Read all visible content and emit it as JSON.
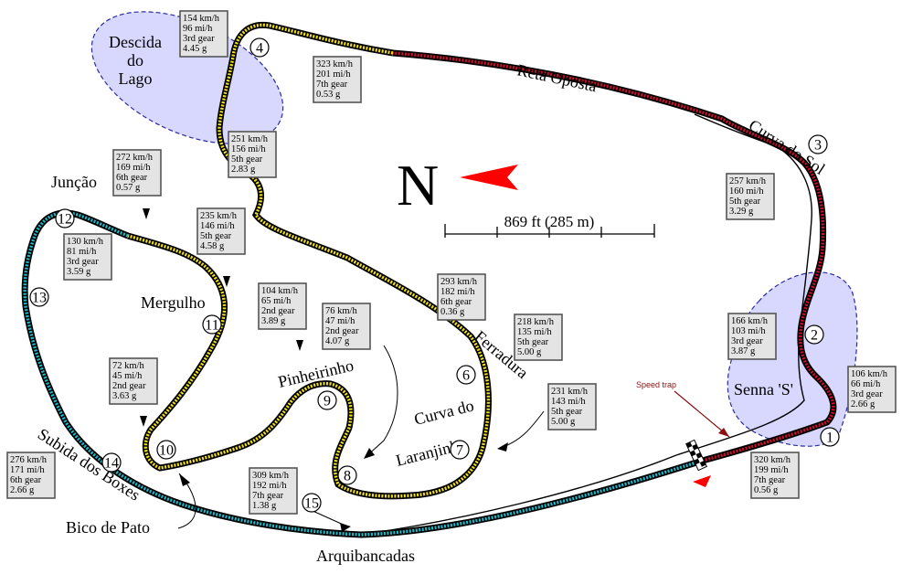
{
  "north": {
    "label": "N"
  },
  "scale": {
    "label": "869 ft (285 m)"
  },
  "speed_trap": {
    "label": "Speed trap"
  },
  "corners": {
    "descida_do_lago": [
      "Descida",
      "do",
      "Lago"
    ],
    "juncao": "Junção",
    "mergulho": "Mergulho",
    "pinheirinho": "Pinheirinho",
    "curva_do_laranjinha": [
      "Curva do",
      "Laranjinha"
    ],
    "ferradura": "Ferradura",
    "reta_oposta": "Reta Oposta",
    "curva_do_sol": "Curva do Sol",
    "senna_s": "Senna 'S'",
    "subida_dos_boxes": "Subida dos Boxes",
    "bico_de_pato": "Bico de Pato",
    "arquibancadas": "Arquibancadas"
  },
  "turn_numbers": [
    "1",
    "2",
    "3",
    "4",
    "5",
    "6",
    "7",
    "8",
    "9",
    "10",
    "11",
    "12",
    "13",
    "14",
    "15"
  ],
  "info_boxes": [
    {
      "id": "t4",
      "lines": [
        "154 km/h",
        "96 mi/h",
        "3rd gear",
        "4.45 g"
      ]
    },
    {
      "id": "reta",
      "lines": [
        "323 km/h",
        "201 mi/h",
        "7th gear",
        "0.53 g"
      ]
    },
    {
      "id": "t5",
      "lines": [
        "251 km/h",
        "156 mi/h",
        "5th gear",
        "2.83 g"
      ]
    },
    {
      "id": "t12a",
      "lines": [
        "272 km/h",
        "169 mi/h",
        "6th gear",
        "0.57 g"
      ]
    },
    {
      "id": "t3",
      "lines": [
        "257 km/h",
        "160 mi/h",
        "5th gear",
        "3.29 g"
      ]
    },
    {
      "id": "t11",
      "lines": [
        "235 km/h",
        "146 mi/h",
        "5th gear",
        "4.58 g"
      ]
    },
    {
      "id": "t12",
      "lines": [
        "130 km/h",
        "81 mi/h",
        "3rd gear",
        "3.59 g"
      ]
    },
    {
      "id": "t6a",
      "lines": [
        "293 km/h",
        "182 mi/h",
        "6th gear",
        "0.36 g"
      ]
    },
    {
      "id": "t9",
      "lines": [
        "104 km/h",
        "65 mi/h",
        "2nd gear",
        "3.89 g"
      ]
    },
    {
      "id": "t8",
      "lines": [
        "76 km/h",
        "47 mi/h",
        "2nd gear",
        "4.07 g"
      ]
    },
    {
      "id": "t6",
      "lines": [
        "218 km/h",
        "135 mi/h",
        "5th gear",
        "5.00 g"
      ]
    },
    {
      "id": "t2",
      "lines": [
        "166 km/h",
        "103 mi/h",
        "3rd gear",
        "3.87 g"
      ]
    },
    {
      "id": "t1",
      "lines": [
        "106 km/h",
        "66 mi/h",
        "3rd gear",
        "2.66 g"
      ]
    },
    {
      "id": "t10",
      "lines": [
        "72 km/h",
        "45 mi/h",
        "2nd gear",
        "3.63 g"
      ]
    },
    {
      "id": "t7",
      "lines": [
        "231 km/h",
        "143 mi/h",
        "5th gear",
        "5.00 g"
      ]
    },
    {
      "id": "start",
      "lines": [
        "320 km/h",
        "199 mi/h",
        "7th gear",
        "0.56 g"
      ]
    },
    {
      "id": "t14",
      "lines": [
        "276 km/h",
        "171 mi/h",
        "6th gear",
        "2.66 g"
      ]
    },
    {
      "id": "t15",
      "lines": [
        "309 km/h",
        "192 mi/h",
        "7th gear",
        "1.38 g"
      ]
    }
  ],
  "colors": {
    "sector1": "#c8102e",
    "sector2": "#f0e020",
    "sector3": "#20b8c8",
    "highlight_fill": "#d8d8ff",
    "highlight_stroke": "#2a2aa0",
    "box_fill": "#e4e4e4",
    "box_stroke": "#555555",
    "north_arrow": "#ff0000"
  }
}
